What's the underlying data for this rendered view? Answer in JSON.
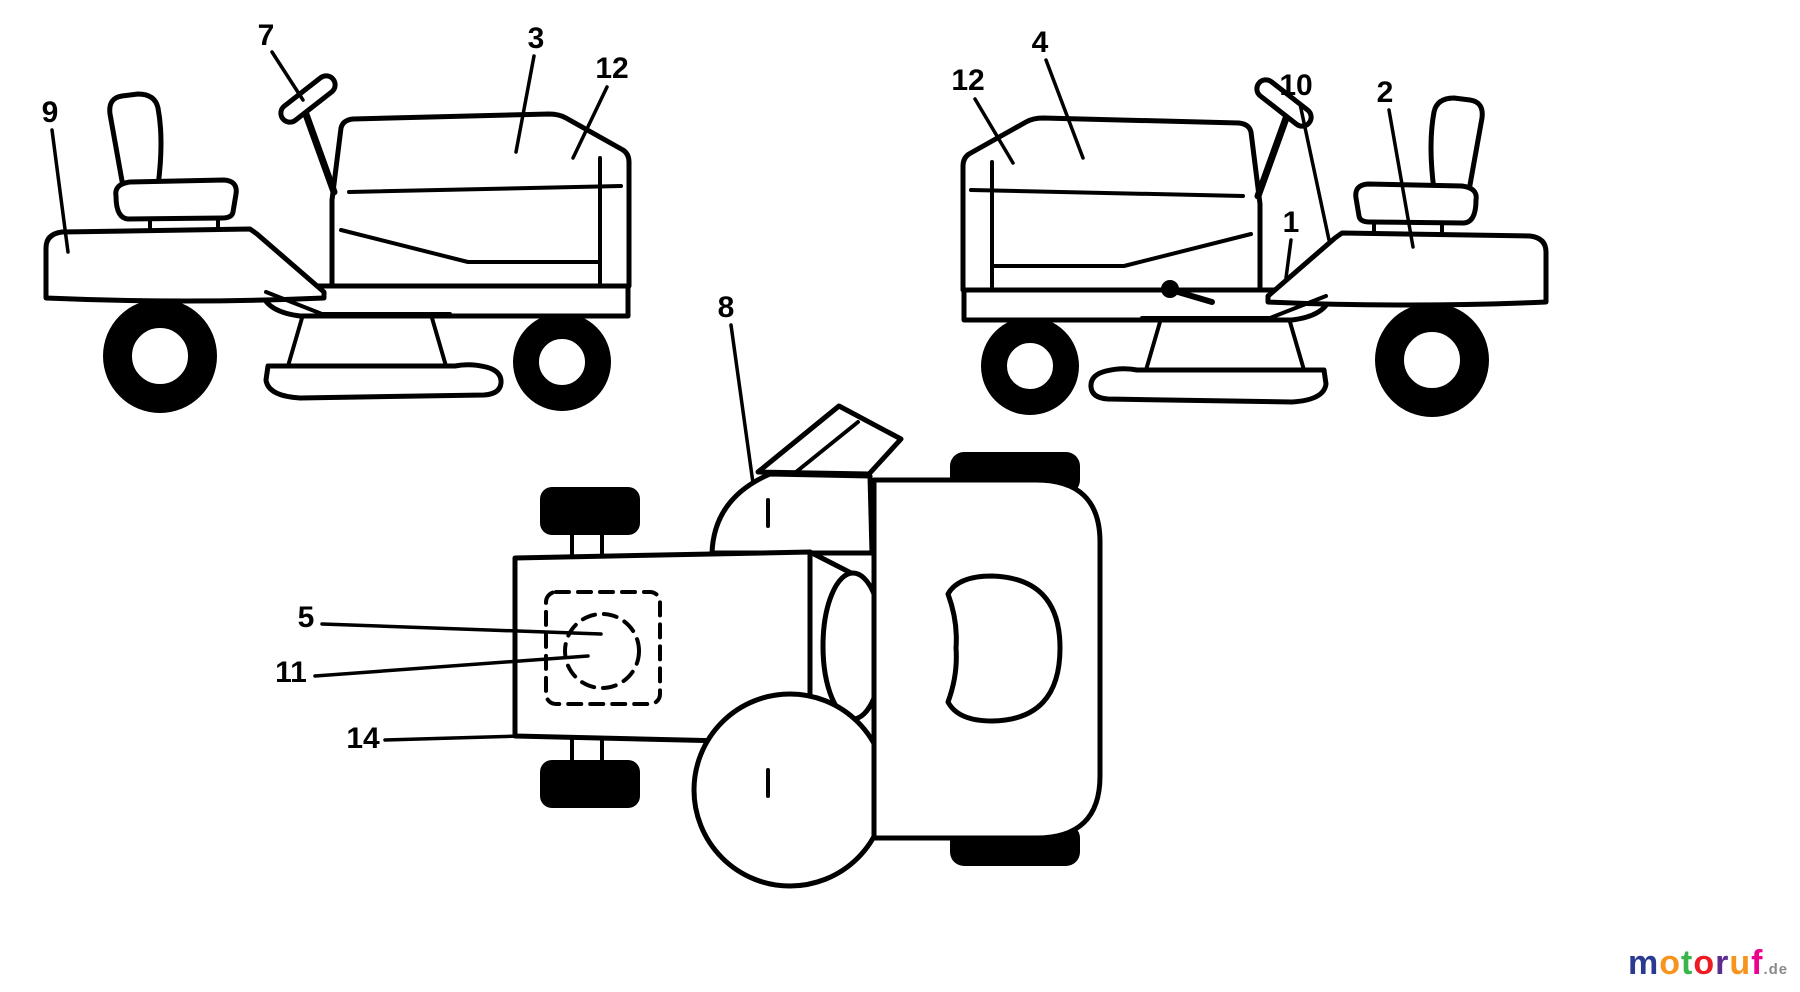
{
  "diagram": {
    "type": "parts-decal-placement-diagram",
    "subject": "lawn tractor (riding mower) decal locations",
    "views": [
      {
        "id": "side-left",
        "name": "left side view"
      },
      {
        "id": "side-right",
        "name": "right side view"
      },
      {
        "id": "top",
        "name": "top view"
      }
    ],
    "line_color": "#000000",
    "background": "#ffffff"
  },
  "callouts": [
    {
      "ref": "9",
      "view": "side-left"
    },
    {
      "ref": "7",
      "view": "side-left"
    },
    {
      "ref": "3",
      "view": "side-left"
    },
    {
      "ref": "12",
      "view": "side-left"
    },
    {
      "ref": "12",
      "view": "side-right"
    },
    {
      "ref": "4",
      "view": "side-right"
    },
    {
      "ref": "10",
      "view": "side-right"
    },
    {
      "ref": "2",
      "view": "side-right"
    },
    {
      "ref": "1",
      "view": "side-right"
    },
    {
      "ref": "8",
      "view": "top"
    },
    {
      "ref": "5",
      "view": "top"
    },
    {
      "ref": "11",
      "view": "top"
    },
    {
      "ref": "14",
      "view": "top"
    }
  ],
  "watermark": {
    "brand": "motoruf",
    "suffix": ".de",
    "suffix_style": "color:#8a8a8a",
    "letters": [
      {
        "char": "m",
        "style": "color:#2b3990"
      },
      {
        "char": "o",
        "style": "color:#f7941d"
      },
      {
        "char": "t",
        "style": "color:#39b54a"
      },
      {
        "char": "o",
        "style": "color:#ed1c24"
      },
      {
        "char": "r",
        "style": "color:#5c2d91"
      },
      {
        "char": "u",
        "style": "color:#f7941d"
      },
      {
        "char": "f",
        "style": "color:#ec008c"
      }
    ]
  }
}
